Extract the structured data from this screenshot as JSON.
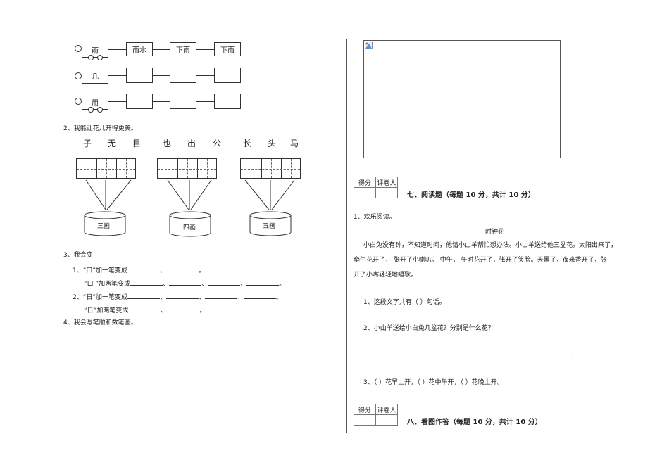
{
  "q1": {
    "rows": [
      {
        "head": "雨",
        "chain": [
          "雨水",
          "下雨",
          "下雨"
        ]
      },
      {
        "head": "几",
        "chain": [
          "",
          "",
          ""
        ]
      },
      {
        "head": "用",
        "chain": [
          "",
          "",
          ""
        ]
      }
    ]
  },
  "q2": {
    "title": "2、我能让花儿开得更美。",
    "groups": [
      {
        "chars": [
          "子",
          "无",
          "目"
        ],
        "pot": "三画"
      },
      {
        "chars": [
          "也",
          "出",
          "公"
        ],
        "pot": "四画"
      },
      {
        "chars": [
          "长",
          "头",
          "马"
        ],
        "pot": "五画"
      }
    ]
  },
  "q3": {
    "title": "3、我会变",
    "lines": [
      {
        "prefix": "1、“口”加一笔变成",
        "blanks": 2
      },
      {
        "prefix": "“口 ”加两笔变成",
        "blanks": 4
      },
      {
        "prefix": "2、“日”加一笔变成",
        "blanks": 4
      },
      {
        "prefix": "“日”加两笔变成",
        "blanks": 2
      }
    ]
  },
  "q4": {
    "title": "4、我会写笔顺和数笔画。"
  },
  "score_box": {
    "col1": "得分",
    "col2": "评卷人"
  },
  "section7": {
    "title": "七、阅读题（每题 10 分，共计 10 分）",
    "q_title": "1、欢乐阅读。",
    "passage_title": "时钟花",
    "passage_lines": [
      "小白兔没有钟，不知道时间，他请小山羊帮忙想办法。小山羊送给他三盆花。太阳出来了，",
      "牵牛花开了，  张开了小喇叭。 中午，   午时花开了，张开了笑脸。天黑了，夜来香开了，张",
      "开了小嘴轻轻地唱歌。"
    ],
    "sub1": "1、这段文字共有（    ）句话。",
    "sub2": "2、小山羊送给小白兔几盆花？分别是什么花？",
    "sub3": "3、（     ）花早上开，（     ）花中午开，（     ）花晚上开。"
  },
  "section8": {
    "title": "八、看图作答（每题 10 分，共计 10 分）"
  }
}
